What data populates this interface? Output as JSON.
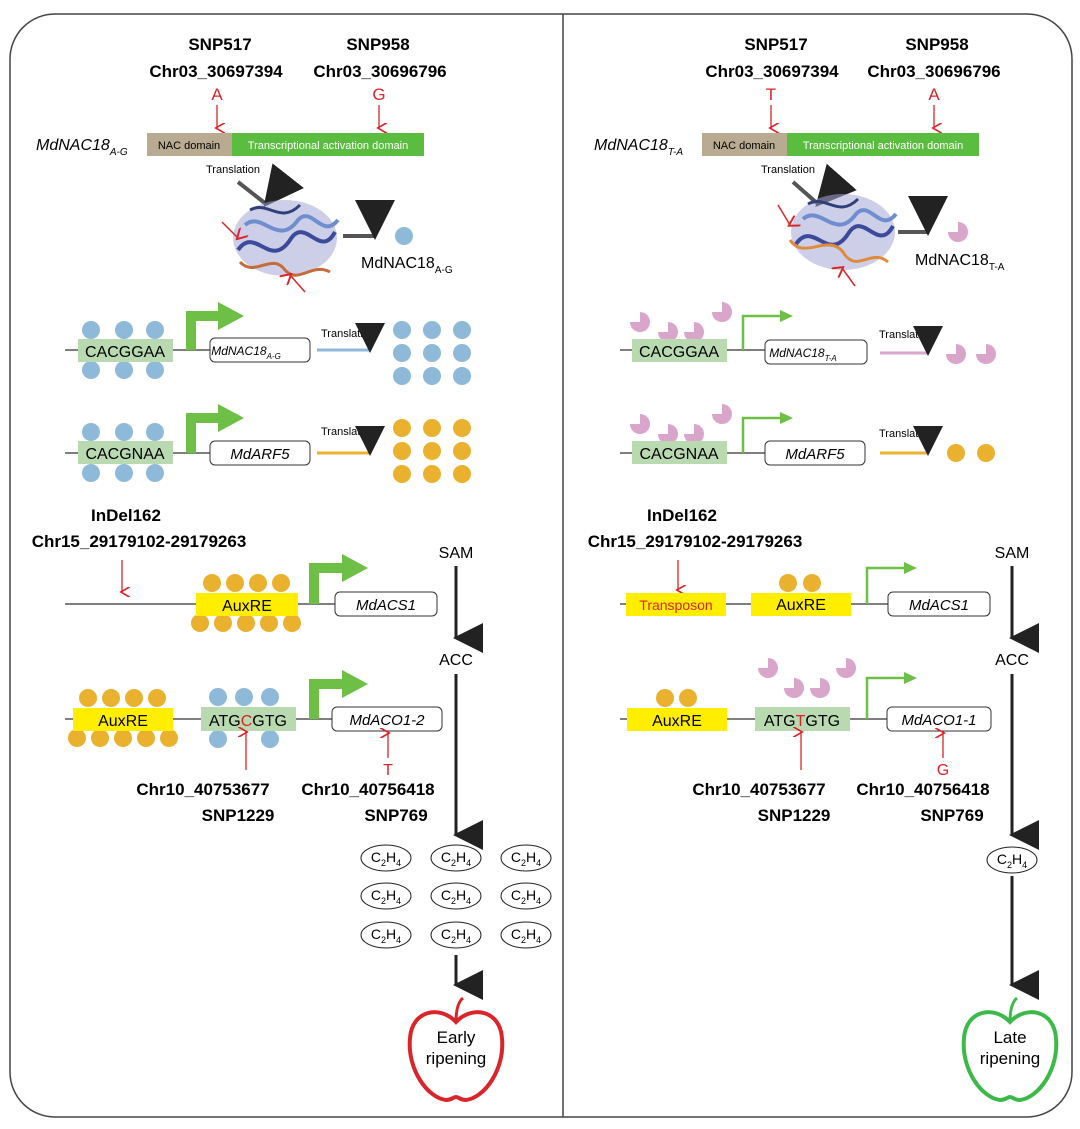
{
  "colors": {
    "blue_protein": "#8fb9d9",
    "pink_protein": "#d9a5cb",
    "orange_protein": "#e9b12d",
    "green_arrow": "#6dbf45",
    "green_domain": "#5bbd3f",
    "nac_domain": "#b9ab91",
    "motif_box": "#b9d9b0",
    "auxre_box": "#ffee00",
    "red": "#d9252a",
    "apple_early": "#d9252a",
    "apple_late": "#3db94a"
  },
  "icons": [
    "protein-structure-icon",
    "apple-icon",
    "promoter-arrow-icon"
  ],
  "left": {
    "snp517": {
      "name": "SNP517",
      "pos": "Chr03_30697394",
      "allele": "A"
    },
    "snp958": {
      "name": "SNP958",
      "pos": "Chr03_30696796",
      "allele": "G"
    },
    "gene_main": "MdNAC18",
    "gene_sub": "A-G",
    "nac_domain": "NAC domain",
    "ta_domain": "Transcriptional activation domain",
    "translation": "Translation",
    "protein_main": "MdNAC18",
    "protein_sub": "A-G",
    "motif1": "CACGGAA",
    "gene1_main": "MdNAC18",
    "gene1_sub": "A-G",
    "motif2": "CACGNAA",
    "gene2": "MdARF5",
    "indel": {
      "name": "InDel162",
      "pos": "Chr15_29179102-29179263"
    },
    "auxre": "AuxRE",
    "acs": "MdACS1",
    "aco_motif_pre": "ATG",
    "aco_motif_snp": "C",
    "aco_motif_post": "GTG",
    "aco": "MdACO1-2",
    "snp769_allele": "T",
    "snp1229": {
      "pos": "Chr10_40753677",
      "name": "SNP1229"
    },
    "snp769": {
      "pos": "Chr10_40756418",
      "name": "SNP769"
    },
    "ripening_1": "Early",
    "ripening_2": "ripening"
  },
  "right": {
    "snp517": {
      "name": "SNP517",
      "pos": "Chr03_30697394",
      "allele": "T"
    },
    "snp958": {
      "name": "SNP958",
      "pos": "Chr03_30696796",
      "allele": "A"
    },
    "gene_main": "MdNAC18",
    "gene_sub": "T-A",
    "nac_domain": "NAC domain",
    "ta_domain": "Transcriptional activation domain",
    "translation": "Translation",
    "protein_main": "MdNAC18",
    "protein_sub": "T-A",
    "motif1": "CACGGAA",
    "gene1_main": "MdNAC18",
    "gene1_sub": "T-A",
    "motif2": "CACGNAA",
    "gene2": "MdARF5",
    "indel": {
      "name": "InDel162",
      "pos": "Chr15_29179102-29179263"
    },
    "transposon": "Transposon",
    "auxre": "AuxRE",
    "acs": "MdACS1",
    "aco_motif_pre": "ATG",
    "aco_motif_snp": "T",
    "aco_motif_post": "GTG",
    "aco": "MdACO1-1",
    "snp769_allele": "G",
    "snp1229": {
      "pos": "Chr10_40753677",
      "name": "SNP1229"
    },
    "snp769": {
      "pos": "Chr10_40756418",
      "name": "SNP769"
    },
    "ripening_1": "Late",
    "ripening_2": "ripening"
  },
  "pathway": {
    "sam": "SAM",
    "acc": "ACC",
    "c": "C",
    "c_sub": "2",
    "h": "H",
    "h_sub": "4"
  }
}
